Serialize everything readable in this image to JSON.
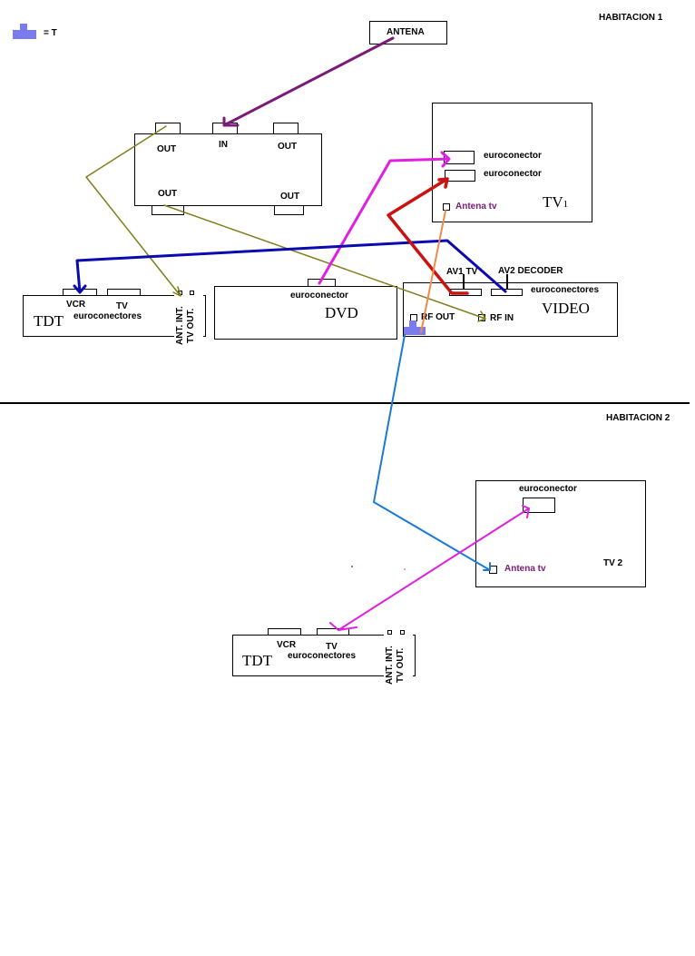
{
  "legend": {
    "symbol_label": "= T",
    "symbol_color": "#7b7bf0"
  },
  "rooms": [
    {
      "label": "HABITACION  1"
    },
    {
      "label": "HABITACION  2"
    }
  ],
  "antenna": {
    "label": "ANTENA"
  },
  "splitter": {
    "in_label": "IN",
    "out_labels": [
      "OUT",
      "OUT",
      "OUT",
      "OUT"
    ]
  },
  "tv1": {
    "name": "TV1",
    "name_main": "TV",
    "name_sub": "1",
    "euro_labels": [
      "euroconector",
      "euroconector"
    ],
    "antenna_label": "Antena tv"
  },
  "tdt1": {
    "name": "TDT",
    "port_labels": [
      "VCR",
      "TV"
    ],
    "euro_label": "euroconectores",
    "side_labels": [
      "ANT. INT.",
      "TV OUT."
    ]
  },
  "dvd": {
    "name": "DVD",
    "euro_label": "euroconector"
  },
  "video": {
    "name": "VIDEO",
    "euro_label": "euroconectores",
    "av_labels": [
      "AV1 TV",
      "AV2 DECODER"
    ],
    "rf_out": "RF OUT",
    "rf_in": "RF IN"
  },
  "tv2": {
    "name": "TV 2",
    "euro_label": "euroconector",
    "antenna_label": "Antena tv"
  },
  "tdt2": {
    "name": "TDT",
    "port_labels": [
      "VCR",
      "TV"
    ],
    "euro_label": "euroconectores",
    "side_labels": [
      "ANT. INT.",
      "TV OUT."
    ]
  },
  "wire_colors": {
    "antenna": "#7a1a7a",
    "splitter_out": "#7f7f1a",
    "scart_dvd": "#e020e0",
    "scart_tdt_video": "#0a0ab0",
    "scart_video_tv": "#cc1111",
    "rf_tv1": "#f08a4a",
    "rf_room2": "#1a7ad6",
    "scart_room2": "#e020e0"
  }
}
